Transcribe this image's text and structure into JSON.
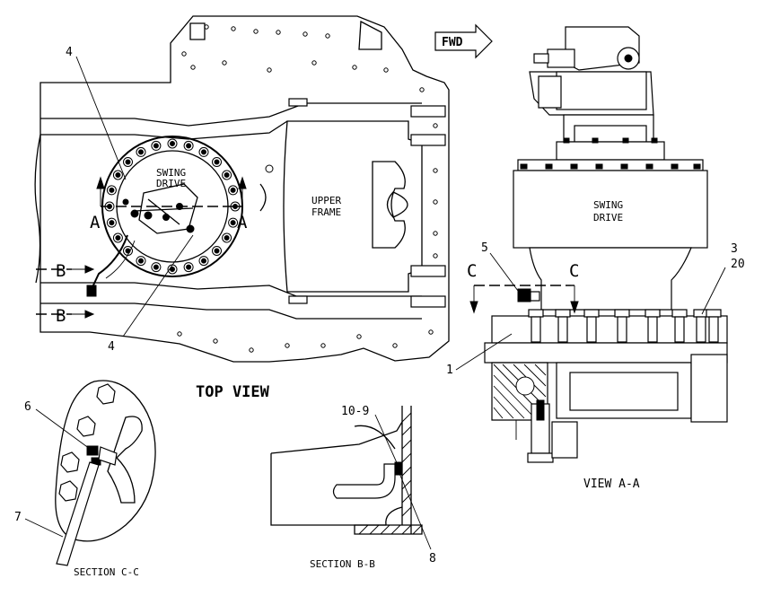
{
  "labels": {
    "fwd": "FWD",
    "swing_drive_top_1": "SWING",
    "swing_drive_top_2": "DRIVE",
    "upper_frame_1": "UPPER",
    "upper_frame_2": "FRAME",
    "top_view": "TOP VIEW",
    "swing_drive_side_1": "SWING",
    "swing_drive_side_2": "DRIVE",
    "view_aa": "VIEW A-A",
    "section_cc": "SECTION C-C",
    "section_bb": "SECTION B-B",
    "section_mark_a": "A",
    "section_mark_b": "B",
    "section_mark_c": "C"
  },
  "callouts": {
    "c1": "1",
    "c3": "3",
    "c4": "4",
    "c5": "5",
    "c6": "6",
    "c7": "7",
    "c8": "8",
    "c10_9": "10-9",
    "c20": "20"
  }
}
